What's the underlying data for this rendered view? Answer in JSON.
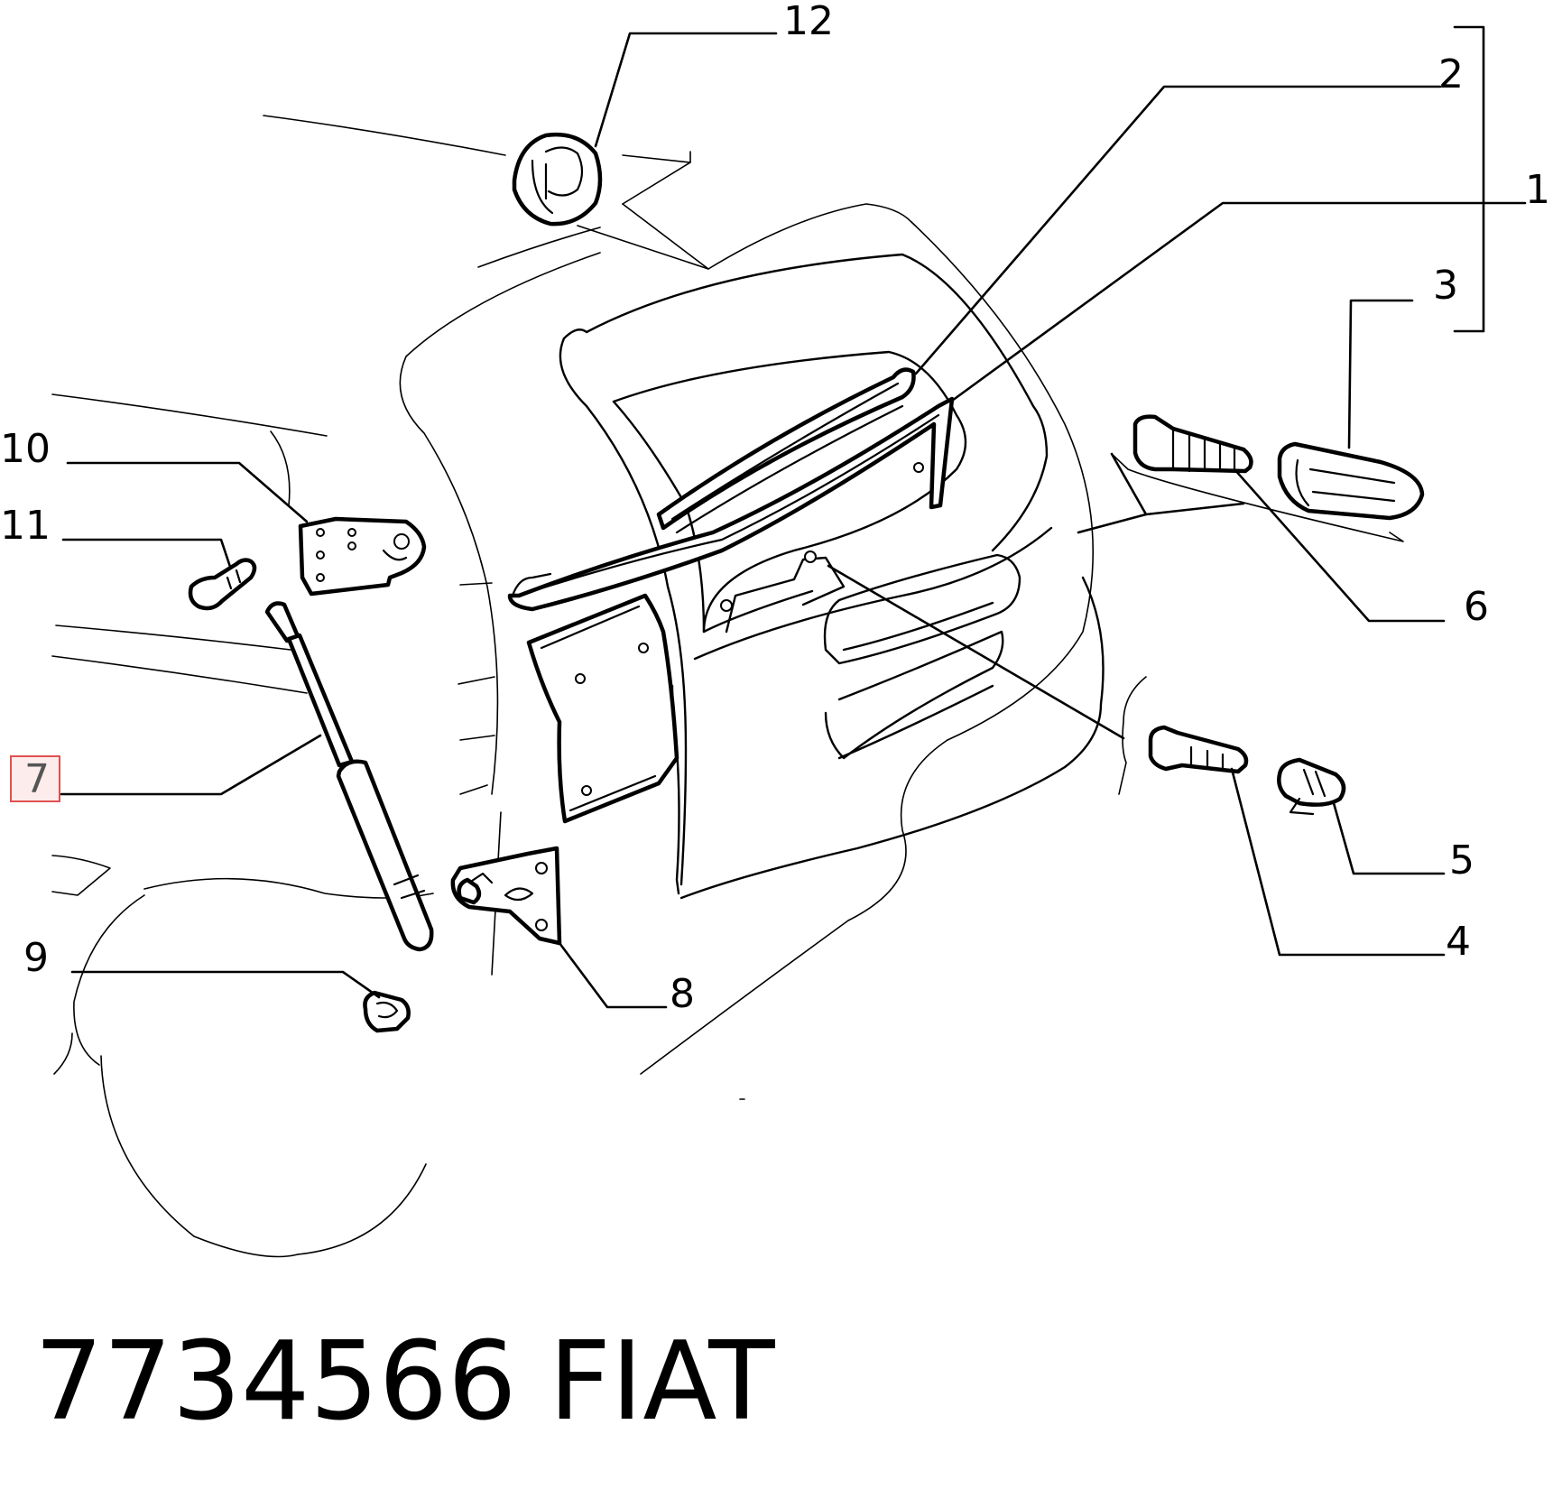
{
  "callouts": [
    {
      "id": "c12",
      "label": "12"
    },
    {
      "id": "c2",
      "label": "2"
    },
    {
      "id": "c1",
      "label": "1"
    },
    {
      "id": "c3",
      "label": "3"
    },
    {
      "id": "c10",
      "label": "10"
    },
    {
      "id": "c11",
      "label": "11"
    },
    {
      "id": "c6",
      "label": "6"
    },
    {
      "id": "c7",
      "label": "7",
      "highlighted": true
    },
    {
      "id": "c5",
      "label": "5"
    },
    {
      "id": "c4",
      "label": "4"
    },
    {
      "id": "c9",
      "label": "9"
    },
    {
      "id": "c8",
      "label": "8"
    }
  ],
  "footer": {
    "part_number": "7734566",
    "brand": "FIAT"
  },
  "colors": {
    "highlight_fill": "#fdecec",
    "highlight_stroke": "#e05050"
  }
}
